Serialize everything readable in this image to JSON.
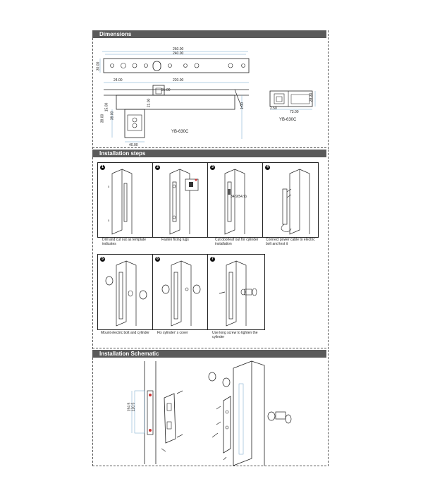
{
  "sections": {
    "dimensions": {
      "title": "Dimensions"
    },
    "installation_steps": {
      "title": "Installation steps"
    },
    "installation_schematic": {
      "title": "Installation Schematic"
    }
  },
  "dimensions": {
    "model_left": "YB-630C",
    "model_right": "YB-630C",
    "dims_left": {
      "overall_outer": "260.00",
      "overall_inner": "240.00",
      "height_top": "30.00",
      "d1": "24.00",
      "d2": "220.00",
      "d3": "31.00",
      "d4": "38.00",
      "d5": "15.00",
      "d6": "38.00",
      "d7": "21.00",
      "d8": "40.00",
      "d9": "1.00"
    },
    "dims_right": {
      "height": "28.30",
      "base": "2.50",
      "width": "73.00"
    }
  },
  "steps": [
    {
      "num": "1",
      "caption": "Drill and cut out as template indicates"
    },
    {
      "num": "2",
      "caption": "Fasten fixing lugs"
    },
    {
      "num": "3",
      "caption": "Cut doorleaf out for cylinder installation",
      "note": "34.9(54.9)"
    },
    {
      "num": "4",
      "caption": "Connect power cable to electric bolt and test it"
    },
    {
      "num": "5",
      "caption": "Mount electric bolt and cylinder"
    },
    {
      "num": "6",
      "caption": "Fix sylinder' s cover"
    },
    {
      "num": "7",
      "caption": "Use long screw to tighten the cylinder"
    }
  ],
  "schematic": {
    "dim_a": "154.5",
    "dim_b": "120.5"
  },
  "colors": {
    "header_bg": "#5a5a5a",
    "header_text": "#ffffff",
    "line": "#222222",
    "dim_line": "#6aa0c8"
  }
}
